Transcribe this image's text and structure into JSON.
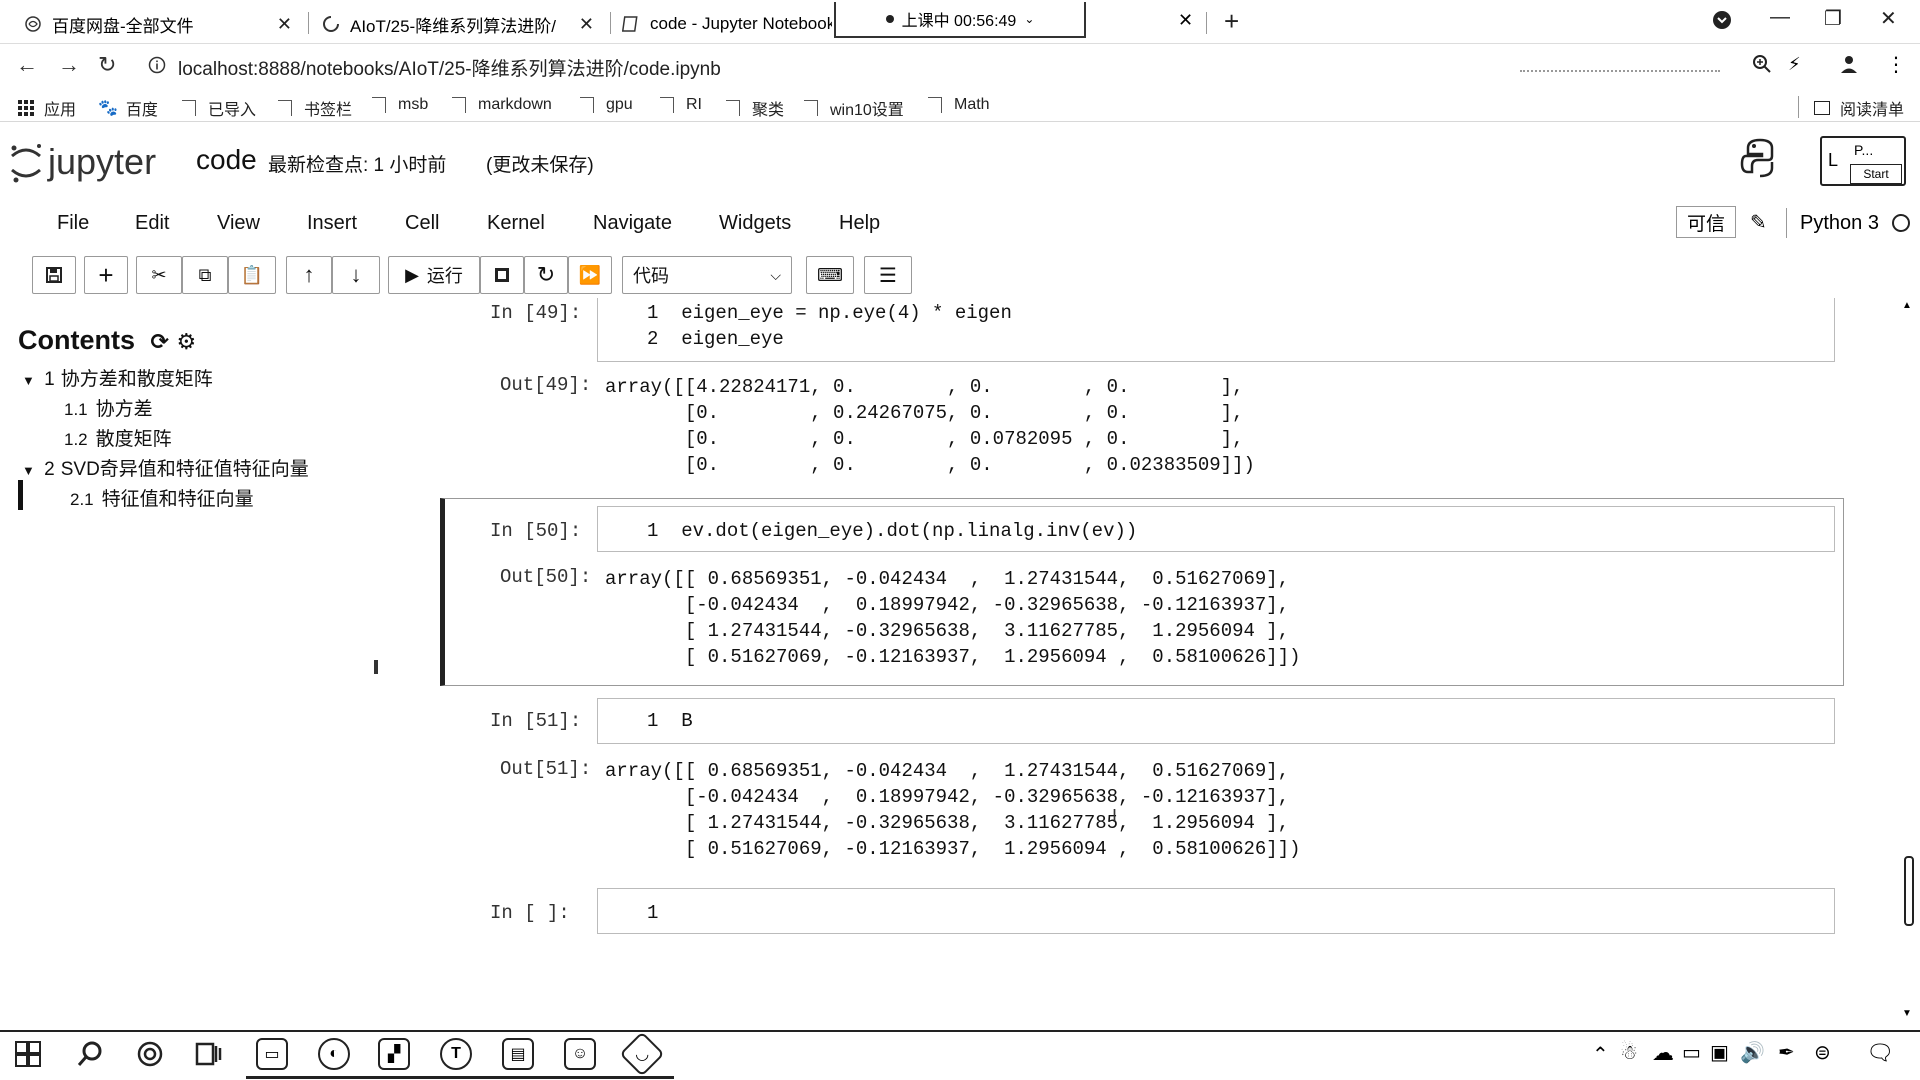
{
  "browser": {
    "tabs": [
      {
        "title": "百度网盘-全部文件"
      },
      {
        "title": "AIoT/25-降维系列算法进阶/"
      },
      {
        "title": "code - Jupyter Notebook"
      }
    ],
    "timer": "上课中 00:56:49",
    "url": "localhost:8888/notebooks/AIoT/25-降维系列算法进阶/code.ipynb",
    "bookmarks": [
      "应用",
      "百度",
      "已导入",
      "书签栏",
      "msb",
      "markdown",
      "gpu",
      "RI",
      "聚类",
      "win10设置",
      "Math"
    ],
    "reading_list": "阅读清单"
  },
  "jupyter": {
    "logo": "jupyter",
    "notebook_name": "code",
    "checkpoint": "最新检查点: 1 小时前",
    "unsaved": "(更改未保存)",
    "trusted": "可信",
    "kernel": "Python 3",
    "start_label": "Start",
    "p_label": "P...",
    "menu": [
      "File",
      "Edit",
      "View",
      "Insert",
      "Cell",
      "Kernel",
      "Navigate",
      "Widgets",
      "Help"
    ],
    "run_label": "运行",
    "celltype": "代码"
  },
  "toc": {
    "title": "Contents",
    "items": [
      {
        "num": "1",
        "label": "协方差和散度矩阵"
      },
      {
        "num": "1.1",
        "label": "协方差"
      },
      {
        "num": "1.2",
        "label": "散度矩阵"
      },
      {
        "num": "2",
        "label": "SVD奇异值和特征值特征向量"
      },
      {
        "num": "2.1",
        "label": "特征值和特征向量"
      }
    ]
  },
  "cells": [
    {
      "in_prompt": "In  [49]:",
      "code": [
        "1  eigen_eye = np.eye(4) * eigen",
        "2  eigen_eye"
      ],
      "out_prompt": "Out[49]:",
      "output": [
        "array([[4.22824171, 0.        , 0.        , 0.        ],",
        "       [0.        , 0.24267075, 0.        , 0.        ],",
        "       [0.        , 0.        , 0.0782095 , 0.        ],",
        "       [0.        , 0.        , 0.        , 0.02383509]])"
      ]
    },
    {
      "in_prompt": "In  [50]:",
      "code": [
        "1  ev.dot(eigen_eye).dot(np.linalg.inv(ev))"
      ],
      "out_prompt": "Out[50]:",
      "output": [
        "array([[ 0.68569351, -0.042434  ,  1.27431544,  0.51627069],",
        "       [-0.042434  ,  0.18997942, -0.32965638, -0.12163937],",
        "       [ 1.27431544, -0.32965638,  3.11627785,  1.2956094 ],",
        "       [ 0.51627069, -0.12163937,  1.2956094 ,  0.58100626]])"
      ]
    },
    {
      "in_prompt": "In  [51]:",
      "code": [
        "1  B"
      ],
      "out_prompt": "Out[51]:",
      "output": [
        "array([[ 0.68569351, -0.042434  ,  1.27431544,  0.51627069],",
        "       [-0.042434  ,  0.18997942, -0.32965638, -0.12163937],",
        "       [ 1.27431544, -0.32965638,  3.11627785,  1.2956094 ],",
        "       [ 0.51627069, -0.12163937,  1.2956094 ,  0.58100626]])"
      ]
    },
    {
      "in_prompt": "In  [ ]:",
      "code": [
        "1"
      ]
    }
  ]
}
